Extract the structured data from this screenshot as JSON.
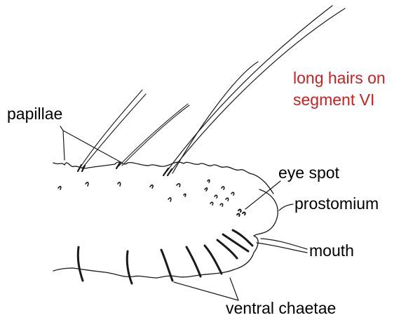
{
  "labels": {
    "hairs_line1": "long hairs on",
    "hairs_line2": "segment VI",
    "papillae": "papillae",
    "eye_spot": "eye spot",
    "prostomium": "prostomium",
    "mouth": "mouth",
    "ventral_chaetae": "ventral chaetae"
  },
  "colors": {
    "label_text": "#000000",
    "highlight_label": "#cc1f1f",
    "ink": "#1a1a1a"
  }
}
